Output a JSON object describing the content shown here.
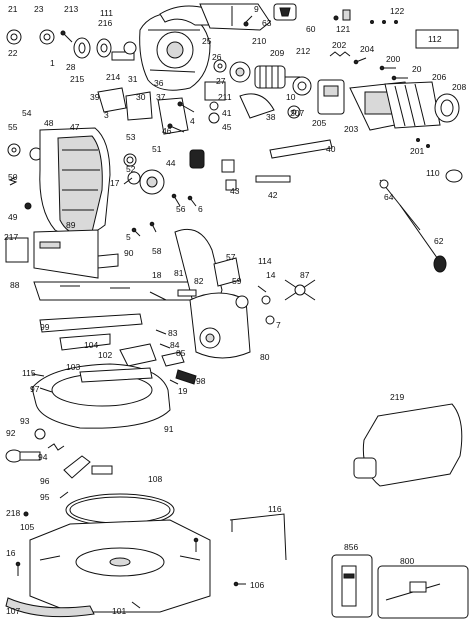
{
  "labels": {
    "21": "21",
    "23": "23",
    "213": "213",
    "111": "111",
    "216": "216",
    "9": "9",
    "63": "63",
    "60": "60",
    "121": "121",
    "122": "122",
    "22": "22",
    "1": "1",
    "28": "28",
    "215": "215",
    "214": "214",
    "31": "31",
    "36": "36",
    "25": "25",
    "210": "210",
    "209": "209",
    "212": "212",
    "202": "202",
    "204": "204",
    "112": "112",
    "200": "200",
    "20": "20",
    "206": "206",
    "208": "208",
    "26": "26",
    "27": "27",
    "211": "211",
    "10": "10",
    "205": "205",
    "207": "207",
    "203": "203",
    "39": "39",
    "30": "30",
    "37": "37",
    "3": "3",
    "41": "41",
    "45": "45",
    "38": "38",
    "4": "4",
    "46": "46",
    "54": "54",
    "48": "48",
    "47": "47",
    "55": "55",
    "53": "53",
    "52": "52",
    "51": "51",
    "17": "17",
    "44": "44",
    "40": "40",
    "201": "201",
    "110": "110",
    "50": "50",
    "43": "43",
    "42": "42",
    "64": "64",
    "49": "49",
    "56": "56",
    "6": "6",
    "89": "89",
    "5": "5",
    "217": "217",
    "58": "58",
    "90": "90",
    "62": "62",
    "57": "57",
    "114": "114",
    "14": "14",
    "87": "87",
    "18": "18",
    "81": "81",
    "82": "82",
    "88": "88",
    "59": "59",
    "7": "7",
    "99": "99",
    "83": "83",
    "104": "104",
    "102": "102",
    "103": "103",
    "84": "84",
    "85": "85",
    "115": "115",
    "97": "97",
    "19": "19",
    "98": "98",
    "80": "80",
    "91": "91",
    "93": "93",
    "92": "92",
    "94": "94",
    "219": "219",
    "96": "96",
    "95": "95",
    "108": "108",
    "218": "218",
    "105": "105",
    "116": "116",
    "16": "16",
    "856": "856",
    "800": "800",
    "106": "106",
    "107": "107",
    "101": "101"
  }
}
